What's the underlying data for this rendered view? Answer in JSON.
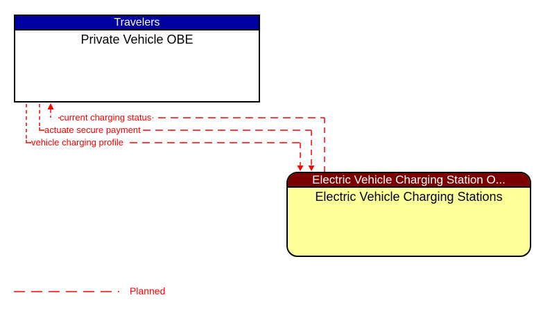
{
  "diagram": {
    "nodes": [
      {
        "header": "Travelers",
        "body": "Private Vehicle OBE"
      },
      {
        "header": "Electric Vehicle Charging Station O...",
        "body": "Electric Vehicle Charging Stations"
      }
    ],
    "flows": [
      {
        "label": "current charging status",
        "from": "Electric Vehicle Charging Stations",
        "to": "Private Vehicle OBE",
        "status": "planned"
      },
      {
        "label": "actuate secure payment",
        "from": "Private Vehicle OBE",
        "to": "Electric Vehicle Charging Stations",
        "status": "planned"
      },
      {
        "label": "vehicle charging profile",
        "from": "Private Vehicle OBE",
        "to": "Electric Vehicle Charging Stations",
        "status": "planned"
      }
    ],
    "legend": {
      "label": "Planned"
    },
    "colors": {
      "travelers_header_blue": "#0000A0",
      "ev_header_maroon": "#7B0000",
      "ev_body_yellow": "#FFFF99",
      "flow_red": "#FF0000",
      "border_black": "#000000"
    }
  }
}
